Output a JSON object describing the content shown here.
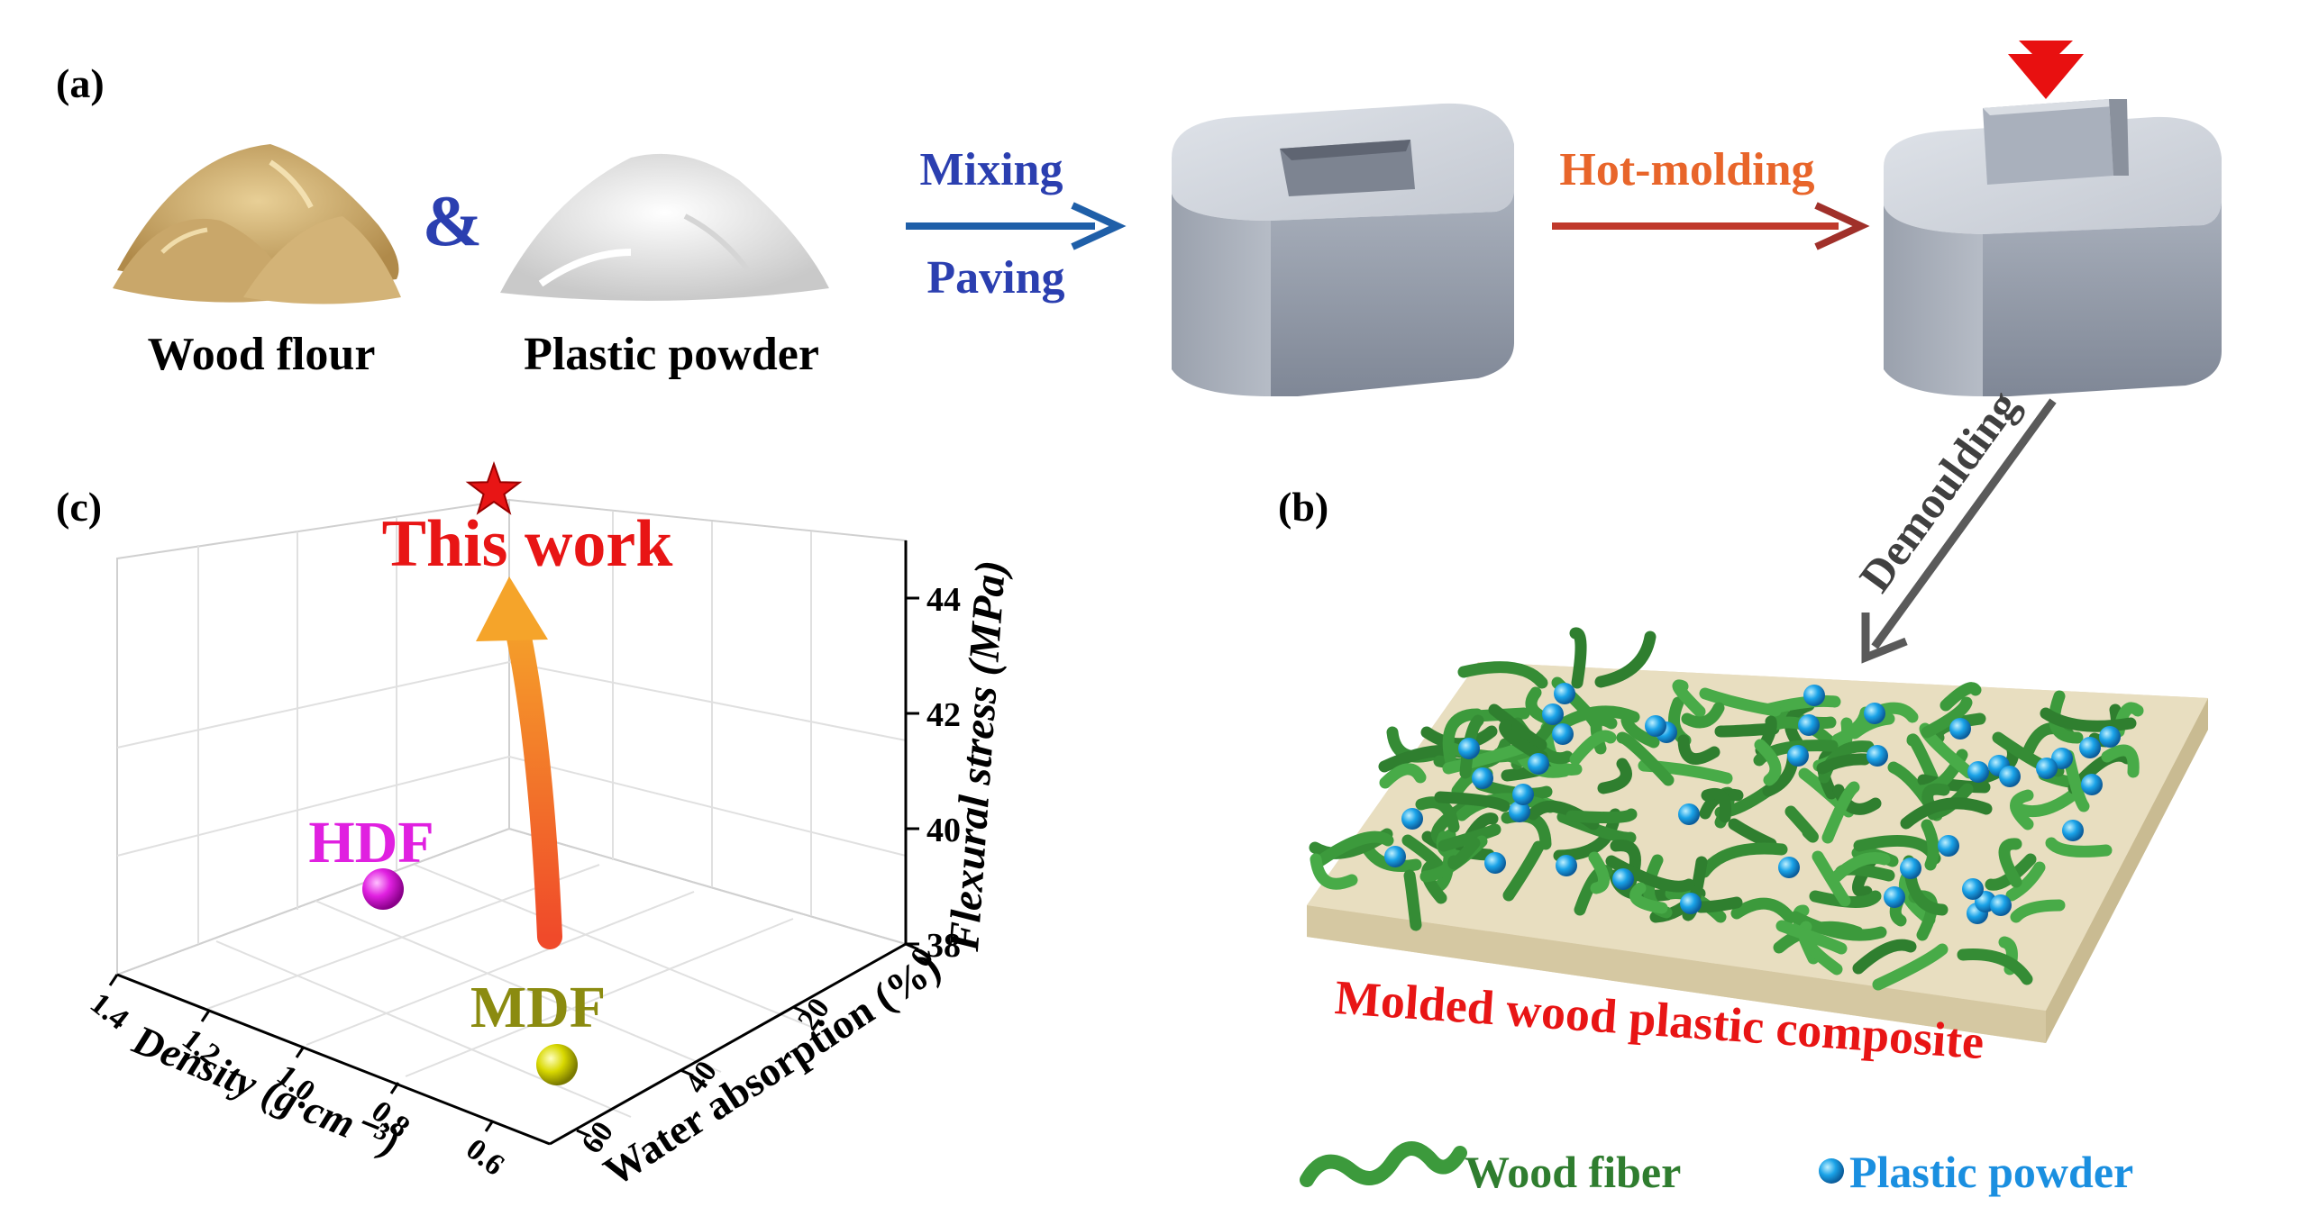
{
  "panel_labels": {
    "a": "(a)",
    "b": "(b)",
    "c": "(c)"
  },
  "materials": {
    "wood": "Wood flour",
    "amp": "&",
    "plastic": "Plastic powder"
  },
  "process": {
    "mixing": "Mixing",
    "paving": "Paving",
    "hot_molding": "Hot-molding",
    "demoulding": "Demoulding"
  },
  "composite": {
    "title": "Molded wood plastic composite"
  },
  "legend": {
    "wood_fiber": "Wood fiber",
    "plastic_powder": "Plastic powder"
  },
  "colors": {
    "mixing_text": "#2b3fb0",
    "mixing_arrow": "#1f5fa8",
    "hot_text": "#e8652a",
    "hot_arrow": "#c0392b",
    "press_arrow": "#e81010",
    "demould_arrow": "#5a5a5a",
    "fiber": "#3c9a3c",
    "powder": "#1aa3e8",
    "board": "#e3d8b8",
    "title_red": "#e81515",
    "hdf": "#e020e0",
    "mdf": "#8b8b10",
    "legend_blue": "#1a8fe0"
  },
  "chart_data": {
    "type": "scatter",
    "zlabel": "Flexural stress (MPa)",
    "xlabel": "Density (g·cm⁻³)",
    "ylabel": "Water absorption (%)",
    "ztick_labels": [
      "38",
      "40",
      "42",
      "44"
    ],
    "xtick_labels": [
      "1.4",
      "1.2",
      "1.0",
      "0.8",
      "0.6"
    ],
    "ytick_labels": [
      "0",
      "20",
      "40",
      "60"
    ],
    "points": [
      {
        "label": "HDF",
        "color": "#e020e0"
      },
      {
        "label": "MDF",
        "color": "#c8c800"
      },
      {
        "label": "This work",
        "color": "#e81515",
        "marker": "star"
      }
    ]
  }
}
